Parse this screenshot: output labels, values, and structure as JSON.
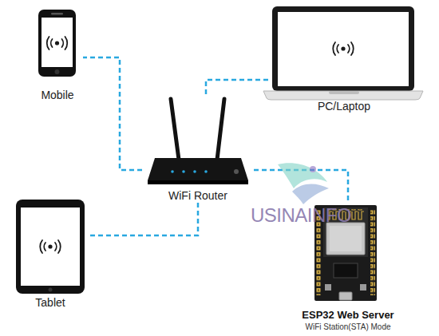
{
  "diagram": {
    "nodes": [
      {
        "text": [
          "Mobile"
        ]
      },
      {
        "text": [
          "PC/Laptop"
        ]
      },
      {
        "text": [
          "WiFi Router"
        ]
      },
      {
        "text": [
          "Tablet"
        ]
      },
      {
        "text": [
          "ESP32 Web Server",
          "WiFi Station(STA) Mode"
        ]
      }
    ],
    "edges": [
      {
        "from": 2,
        "to": 0,
        "arrow": "none"
      },
      {
        "from": 2,
        "to": 1,
        "arrow": "none"
      },
      {
        "from": 2,
        "to": 3,
        "arrow": "none"
      },
      {
        "from": 2,
        "to": 4,
        "arrow": "none"
      }
    ],
    "labels": [
      "USINAINFO"
    ]
  }
}
